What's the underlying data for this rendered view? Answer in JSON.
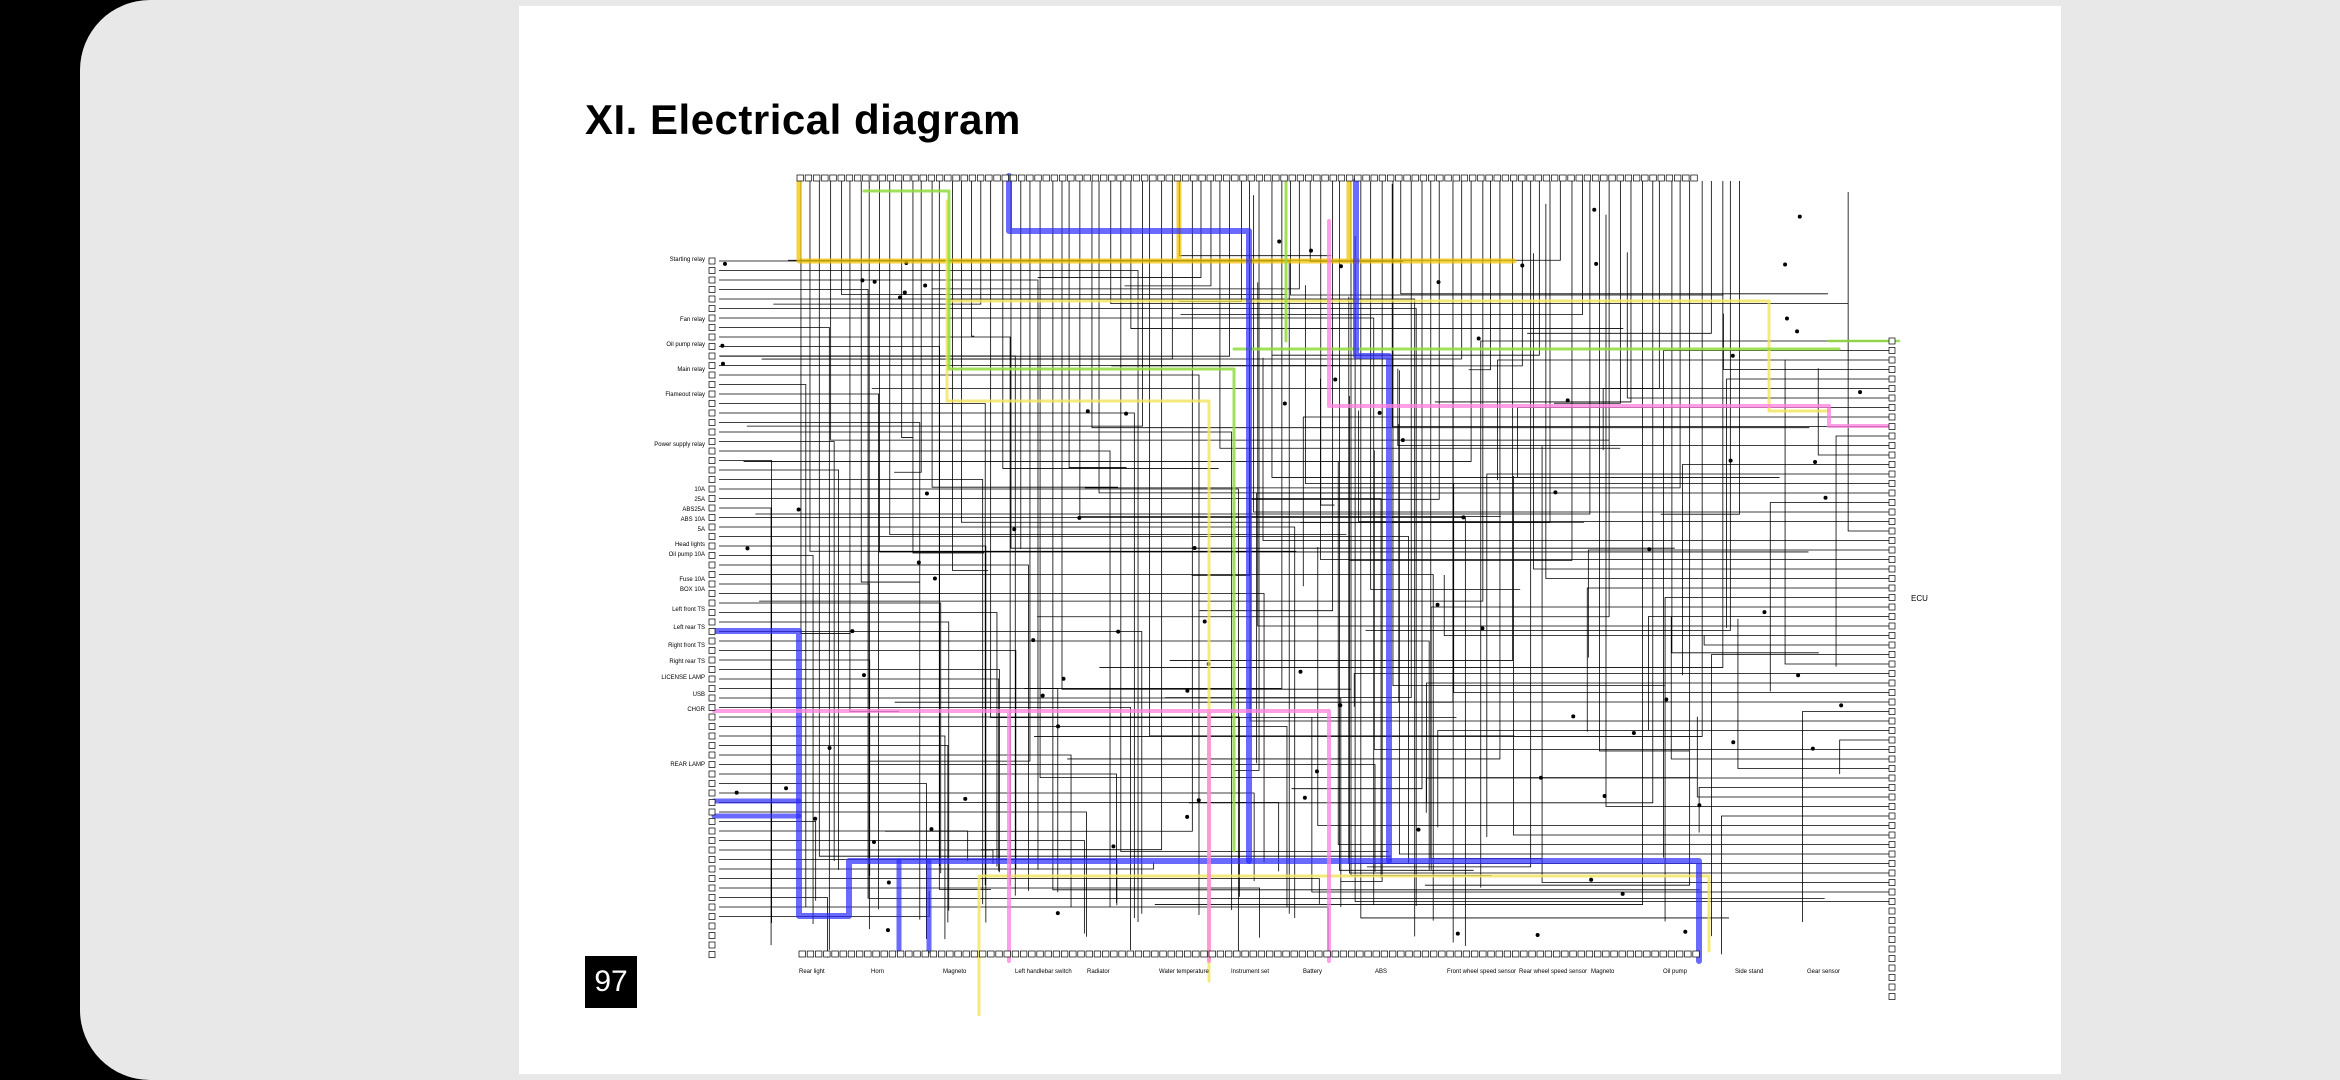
{
  "page": {
    "title": "XI. Electrical diagram",
    "page_number": "97"
  },
  "diagram": {
    "left_components": [
      "Starting relay",
      "Fan relay",
      "Oil pump relay",
      "Main relay",
      "Flameout relay",
      "Power supply relay",
      "10A",
      "25A",
      "ABS25A",
      "ABS 10A",
      "5A",
      "Head lights",
      "Oil pump 10A",
      "Fuse 10A",
      "BOX 10A",
      "Left front TS",
      "Left rear TS",
      "Right front TS",
      "Right rear TS",
      "LICENSE LAMP",
      "USB",
      "CHGR",
      "REAR LAMP"
    ],
    "bottom_components": [
      "Rear light",
      "Horn",
      "Magneto",
      "Left handlebar switch",
      "Radiator",
      "Water temperature",
      "Instrument set",
      "Battery",
      "ABS",
      "Front wheel speed sensor",
      "Rear wheel speed sensor",
      "Magneto",
      "Oil pump",
      "Side stand",
      "Gear sensor"
    ],
    "ecu_label": "ECU",
    "colors": {
      "yellow": "#f2c300",
      "green": "#7fd23a",
      "blue": "#2b2bff",
      "pink": "#ff7fe0",
      "wire": "#000000"
    }
  }
}
